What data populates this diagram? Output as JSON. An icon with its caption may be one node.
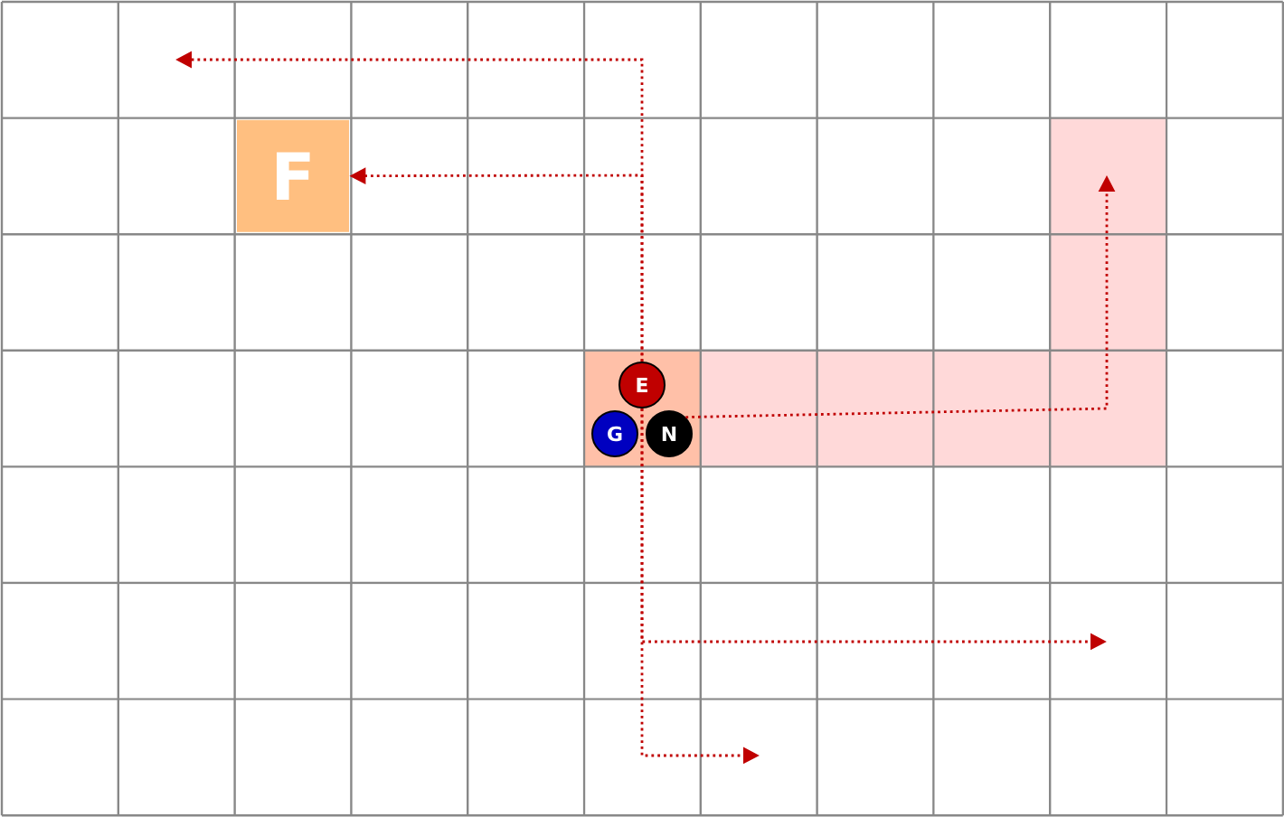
{
  "diagram": {
    "nodes": [
      {
        "text": [
          "E"
        ]
      },
      {
        "text": [
          "G"
        ]
      },
      {
        "text": [
          "N"
        ]
      },
      {
        "text": [
          "F"
        ]
      }
    ],
    "edges": [
      {
        "from": 0,
        "to": null,
        "arrow": "to"
      },
      {
        "from": 0,
        "to": 3,
        "arrow": "to"
      },
      {
        "from": 2,
        "to": null,
        "arrow": "to"
      },
      {
        "from": 0,
        "to": null,
        "arrow": "to"
      },
      {
        "from": 0,
        "to": null,
        "arrow": "to"
      }
    ]
  }
}
